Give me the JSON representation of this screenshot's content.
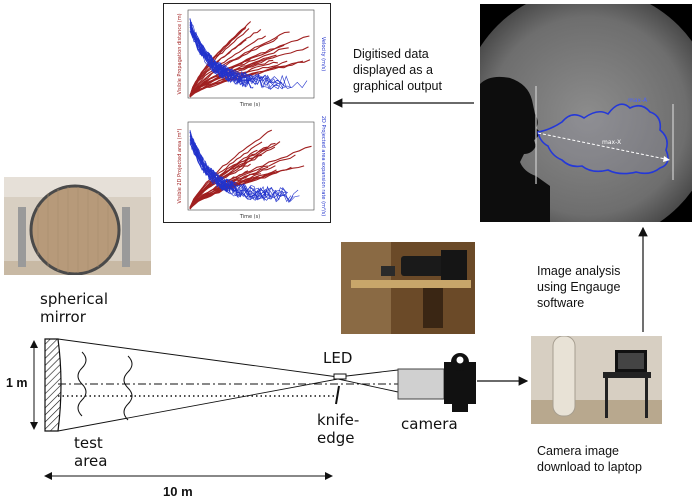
{
  "labels": {
    "spherical_mirror": "spherical\nmirror",
    "one_m": "1 m",
    "led": "LED",
    "knife_edge": "knife-\nedge",
    "camera": "camera",
    "test_area": "test\narea",
    "ten_m": "10 m",
    "digitised": "Digitised data\ndisplayed as a\ngraphical output",
    "image_analysis": "Image analysis\nusing Engauge\nsoftware",
    "download": "Camera image\ndownload to laptop",
    "max_a": "max-A",
    "max_x": "max-X"
  },
  "charts": [
    {
      "ylabel_left": "Visible Propagation distance (m)",
      "ylabel_right": "Velocity (m/s)",
      "xlabel": "Time (s)"
    },
    {
      "ylabel_left": "Visible 2D Projected area (m²)",
      "ylabel_right": "2D Projected area expansion rate (m²/s)",
      "xlabel": "Time (s)"
    }
  ],
  "colors": {
    "red_series": "#a02020",
    "blue_series": "#2233cc",
    "arrow": "#111111"
  }
}
